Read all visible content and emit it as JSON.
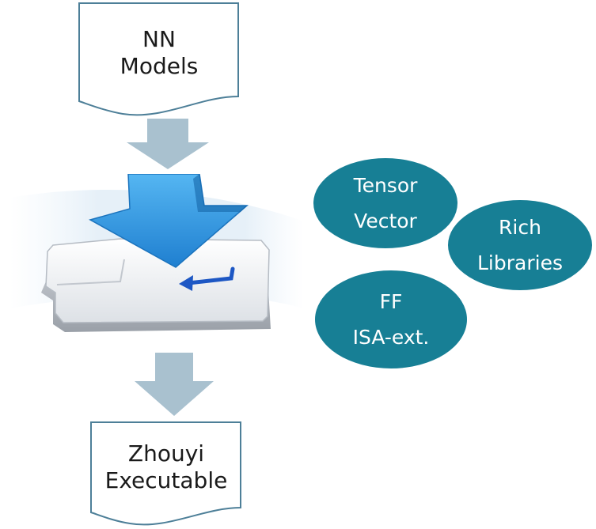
{
  "top_doc": {
    "line1": "NN",
    "line2": "Models"
  },
  "bottom_doc": {
    "line1": "Zhouyi",
    "line2": "Executable"
  },
  "features": [
    {
      "line1": "Tensor",
      "line2": "Vector"
    },
    {
      "line1": "Rich",
      "line2": "Libraries"
    },
    {
      "line1": "FF",
      "line2": "ISA-ext."
    }
  ],
  "colors": {
    "oval_fill": "#177f95",
    "arrow_fill": "#a9c1cf",
    "doc_stroke": "#4d7f98",
    "blue_arrow": "#2b97e2"
  },
  "illustration": {
    "icon": "enter-key-with-download-arrow-icon"
  }
}
